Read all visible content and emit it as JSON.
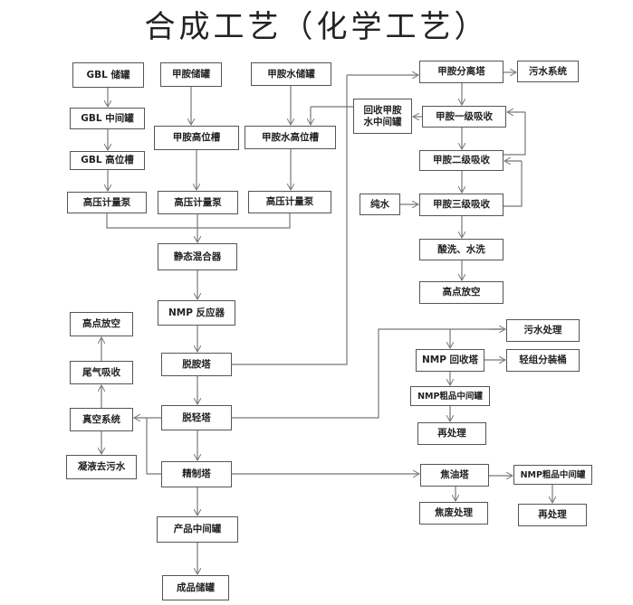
{
  "title": "合成工艺（化学工艺）",
  "nodes": {
    "gbl_storage": "GBL 储罐",
    "ma_storage": "甲胺储罐",
    "maw_storage": "甲胺水储罐",
    "gbl_mid": "GBL 中间罐",
    "gbl_high": "GBL 高位槽",
    "ma_high": "甲胺高位槽",
    "maw_high": "甲胺水高位槽",
    "pump1": "高压计量泵",
    "pump2": "高压计量泵",
    "pump3": "高压计量泵",
    "mixer": "静态混合器",
    "reactor": "NMP 反应器",
    "deamine": "脱胺塔",
    "delight": "脱轻塔",
    "refine": "精制塔",
    "product_mid": "产品中间罐",
    "final_storage": "成品储罐",
    "vent_left": "高点放空",
    "tail_gas": "尾气吸收",
    "vacuum": "真空系统",
    "condensate": "凝液去污水",
    "ma_sep": "甲胺分离塔",
    "sewage_sys": "污水系统",
    "recover_tank": "回收甲胺水中间罐",
    "abs1": "甲胺一级吸收",
    "abs2": "甲胺二级吸收",
    "abs3": "甲胺三级吸收",
    "pure_water": "纯水",
    "wash": "酸洗、水洗",
    "vent_right": "高点放空",
    "sewage_treat": "污水处理",
    "nmp_recover": "NMP 回收塔",
    "light_bucket": "轻组分装桶",
    "nmp_crude1": "NMP粗品中间罐",
    "reprocess1": "再处理",
    "tar": "焦油塔",
    "tar_waste": "焦废处理",
    "nmp_crude2": "NMP粗品中间罐",
    "reprocess2": "再处理"
  }
}
